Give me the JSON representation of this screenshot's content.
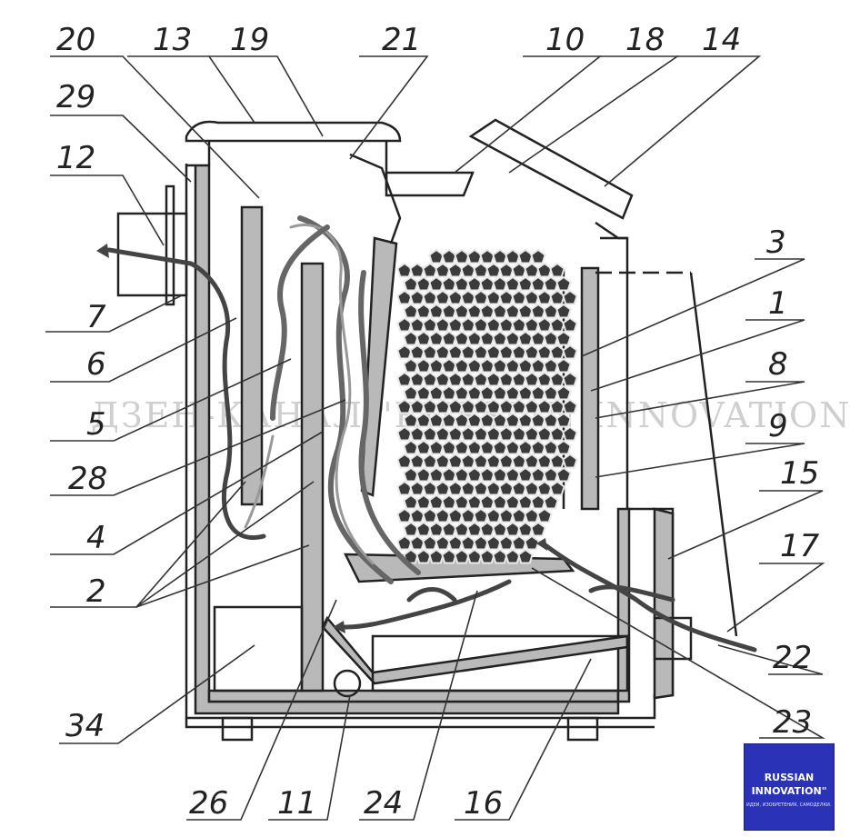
{
  "watermark": "ДЗЕН-КАНАЛ \"RUSSIAN INNOVATION\"",
  "logo": {
    "line1": "RUSSIAN",
    "line2": "INNOVATION\"",
    "tagline": "ИДЕИ, ИЗОБРЕТЕНИЯ, САМОДЕЛКИ..."
  },
  "labels": [
    "20",
    "13",
    "19",
    "21",
    "10",
    "18",
    "14",
    "29",
    "12",
    "3",
    "1",
    "7",
    "8",
    "6",
    "9",
    "5",
    "28",
    "15",
    "17",
    "4",
    "2",
    "22",
    "23",
    "34",
    "26",
    "11",
    "24",
    "16"
  ],
  "colors": {
    "wall_fill": "#b9b9b9",
    "coal": "#3b3b3b",
    "logo_bg": "#2a33b8"
  }
}
